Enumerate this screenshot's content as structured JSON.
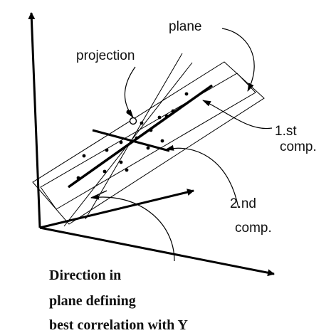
{
  "labels": {
    "plane": "plane",
    "projection": "projection",
    "first_comp_line1": "1.st",
    "first_comp_line2": "comp.",
    "second_comp_line1": "2.nd",
    "second_comp_line2": "comp.",
    "direction_line1": "Direction in",
    "direction_line2": "plane defining",
    "direction_line3": "best correlation with Y"
  }
}
